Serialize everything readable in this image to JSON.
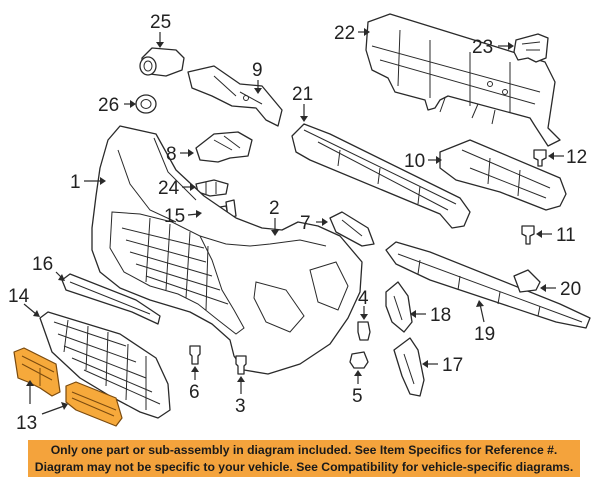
{
  "callouts": {
    "c1": "1",
    "c2": "2",
    "c3": "3",
    "c4": "4",
    "c5": "5",
    "c6": "6",
    "c7": "7",
    "c8": "8",
    "c9": "9",
    "c10": "10",
    "c11": "11",
    "c12": "12",
    "c13": "13",
    "c14": "14",
    "c15": "15",
    "c16": "16",
    "c17": "17",
    "c18": "18",
    "c19": "19",
    "c20": "20",
    "c21": "21",
    "c22": "22",
    "c23": "23",
    "c24": "24",
    "c25": "25",
    "c26": "26"
  },
  "notice": {
    "line1": "Only one part or sub-assembly in diagram included. See Item Specifics for Reference #.",
    "line2": "Diagram may not be specific to your vehicle. See Compatibility for vehicle-specific diagrams."
  },
  "colors": {
    "highlight": "#f6a93b",
    "banner": "#f4a33c",
    "line": "#2a2a2a"
  }
}
